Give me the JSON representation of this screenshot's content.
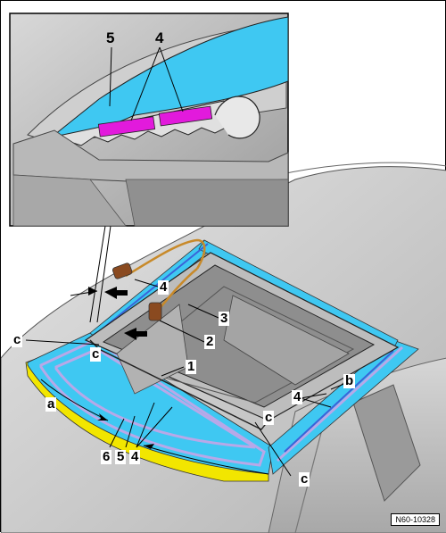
{
  "callouts": {
    "l1": "1",
    "l2": "2",
    "l3": "3",
    "l4": "4",
    "l5": "5",
    "l6": "6",
    "la": "a",
    "lb": "b",
    "lc": "c"
  },
  "reference_code": "N60-10328",
  "colors": {
    "seal_blue": "#3fc8f2",
    "seal_dark_blue": "#3a63d8",
    "adhesive_purple": "#b8a8e8",
    "sealant_yellow": "#f2e600",
    "tape_magenta": "#e21adc",
    "body_grey": "#c9c9c9"
  }
}
